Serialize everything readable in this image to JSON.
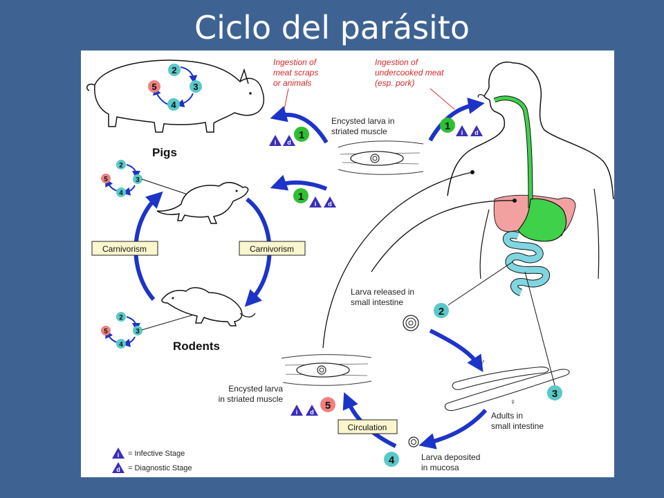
{
  "slide": {
    "title": "Ciclo del parásito"
  },
  "colors": {
    "background": "#3e6393",
    "arrow": "#1d34c8",
    "stage_green": "#2fbf33",
    "stage_cyan": "#5ac8c8",
    "stage_pink": "#f08080",
    "triangle": "#3a2fb8",
    "digestive": "#3fd14a",
    "lungs": "#f2a0a0",
    "intestine": "#7fd6e0"
  },
  "labels": {
    "ingestion_scraps": [
      "Ingestion of",
      "meat scraps",
      "or animals"
    ],
    "ingestion_undercooked": [
      "Ingestion of",
      "undercooked meat",
      "(esp. pork)"
    ],
    "encysted_top": [
      "Encysted larva in",
      "striated muscle"
    ],
    "pigs": "Pigs",
    "rodents": "Rodents",
    "carnivorism_left": "Carnivorism",
    "carnivorism_right": "Carnivorism",
    "larva_released": [
      "Larva released in",
      "small intestine"
    ],
    "adults": [
      "Adults in",
      "small intestine"
    ],
    "larva_deposited": [
      "Larva deposited",
      "in mucosa"
    ],
    "circulation": "Circulation",
    "encysted_bottom": [
      "Encysted larva",
      "in striated muscle"
    ]
  },
  "stages": {
    "s1": "1",
    "s2": "2",
    "s3": "3",
    "s4": "4",
    "s5": "5"
  },
  "triangle_marks": {
    "infective": "i",
    "diagnostic": "d"
  },
  "sex_symbols": {
    "male": "♂",
    "female": "♀"
  },
  "legend": {
    "infective": "= Infective Stage",
    "diagnostic": "= Diagnostic Stage"
  },
  "icons": [
    "pig-icon",
    "rat-icon",
    "human-silhouette-icon",
    "muscle-cyst-icon",
    "coiled-larva-icon",
    "adult-worm-icon"
  ]
}
